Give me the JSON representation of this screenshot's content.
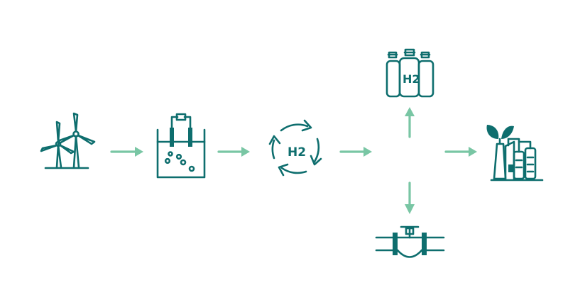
{
  "colors": {
    "icon": "#0e6e6e",
    "arrow": "#79c6a4",
    "background": "#ffffff"
  },
  "steps": [
    {
      "id": "wind",
      "icon": "wind-turbines-icon"
    },
    {
      "id": "electrolysis",
      "icon": "electrolyzer-icon"
    },
    {
      "id": "hydrogen",
      "icon": "hydrogen-cycle-icon",
      "label": "H2"
    },
    {
      "id": "storage",
      "icon": "gas-cylinders-icon",
      "label": "H2"
    },
    {
      "id": "pipeline",
      "icon": "pipeline-valve-icon"
    },
    {
      "id": "industry",
      "icon": "green-factory-icon"
    }
  ],
  "labels": {
    "cycle_h2": "H2",
    "cylinder_h2": "H2"
  }
}
